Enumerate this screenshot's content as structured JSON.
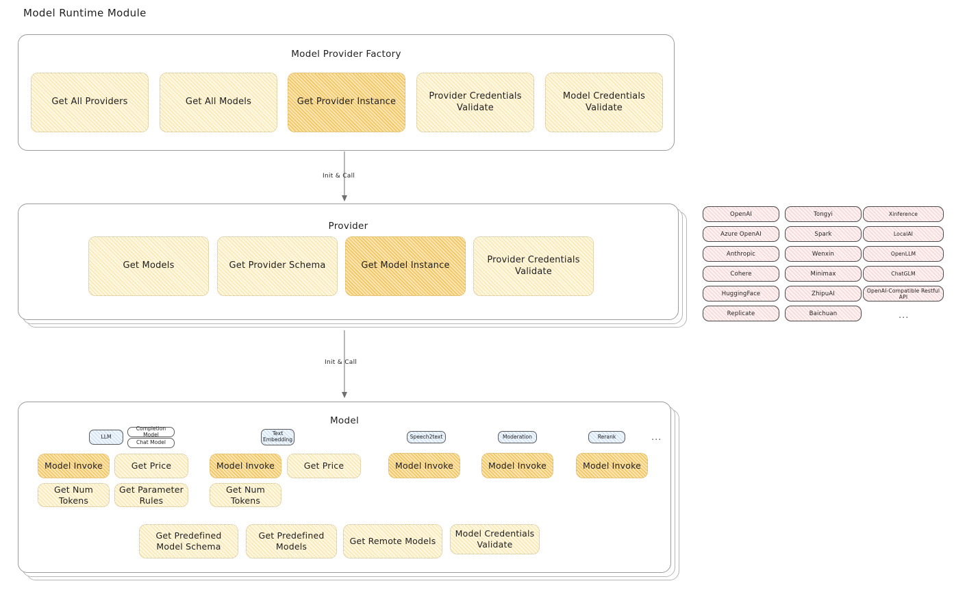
{
  "title": "Model Runtime Module",
  "colors": {
    "highlight_fill": "#fbe3ad",
    "light_fill": "#fdf7e0",
    "provider_chip_fill": "#fdf0f0",
    "badge_fill": "#eef5fc",
    "stroke": "#1e1e1e"
  },
  "layers": {
    "factory": {
      "title": "Model Provider Factory",
      "nodes": [
        {
          "label": "Get All Providers",
          "highlighted": false
        },
        {
          "label": "Get All Models",
          "highlighted": false
        },
        {
          "label": "Get Provider Instance",
          "highlighted": true
        },
        {
          "label": "Provider Credentials Validate",
          "highlighted": false
        },
        {
          "label": "Model Credentials Validate",
          "highlighted": false
        }
      ]
    },
    "provider": {
      "title": "Provider",
      "stacked": true,
      "nodes": [
        {
          "label": "Get Models",
          "highlighted": false
        },
        {
          "label": "Get Provider Schema",
          "highlighted": false
        },
        {
          "label": "Get Model Instance",
          "highlighted": true
        },
        {
          "label": "Provider Credentials Validate",
          "highlighted": false
        }
      ]
    },
    "model": {
      "title": "Model",
      "stacked": true,
      "types": [
        {
          "badge": "LLM",
          "sub_badges": [
            "Completion Model",
            "Chat Model"
          ],
          "nodes": [
            {
              "label": "Model Invoke",
              "highlighted": true
            },
            {
              "label": "Get Price",
              "highlighted": false
            },
            {
              "label": "Get Num Tokens",
              "highlighted": false
            },
            {
              "label": "Get Parameter Rules",
              "highlighted": false
            }
          ]
        },
        {
          "badge": "Text Embedding",
          "sub_badges": [],
          "nodes": [
            {
              "label": "Model Invoke",
              "highlighted": true
            },
            {
              "label": "Get Price",
              "highlighted": false
            },
            {
              "label": "Get Num Tokens",
              "highlighted": false
            }
          ]
        },
        {
          "badge": "Speech2text",
          "sub_badges": [],
          "nodes": [
            {
              "label": "Model Invoke",
              "highlighted": true
            }
          ]
        },
        {
          "badge": "Moderation",
          "sub_badges": [],
          "nodes": [
            {
              "label": "Model Invoke",
              "highlighted": true
            }
          ]
        },
        {
          "badge": "Rerank",
          "sub_badges": [],
          "nodes": [
            {
              "label": "Model Invoke",
              "highlighted": true
            }
          ]
        }
      ],
      "more": "...",
      "common_nodes": [
        {
          "label": "Get Predefined Model Schema"
        },
        {
          "label": "Get Predefined Models"
        },
        {
          "label": "Get Remote Models"
        },
        {
          "label": "Model Credentials Validate"
        }
      ]
    }
  },
  "connectors": [
    {
      "label": "Init & Call",
      "from": "factory",
      "to": "provider"
    },
    {
      "label": "Init & Call",
      "from": "provider",
      "to": "model"
    }
  ],
  "provider_list": {
    "more": "...",
    "columns": [
      [
        "OpenAI",
        "Azure OpenAI",
        "Anthropic",
        "Cohere",
        "HuggingFace",
        "Replicate"
      ],
      [
        "Tongyi",
        "Spark",
        "Wenxin",
        "Minimax",
        "ZhipuAI",
        "Baichuan"
      ],
      [
        "Xinference",
        "LocalAI",
        "OpenLLM",
        "ChatGLM",
        "OpenAI-Compatible Restful API"
      ]
    ]
  }
}
